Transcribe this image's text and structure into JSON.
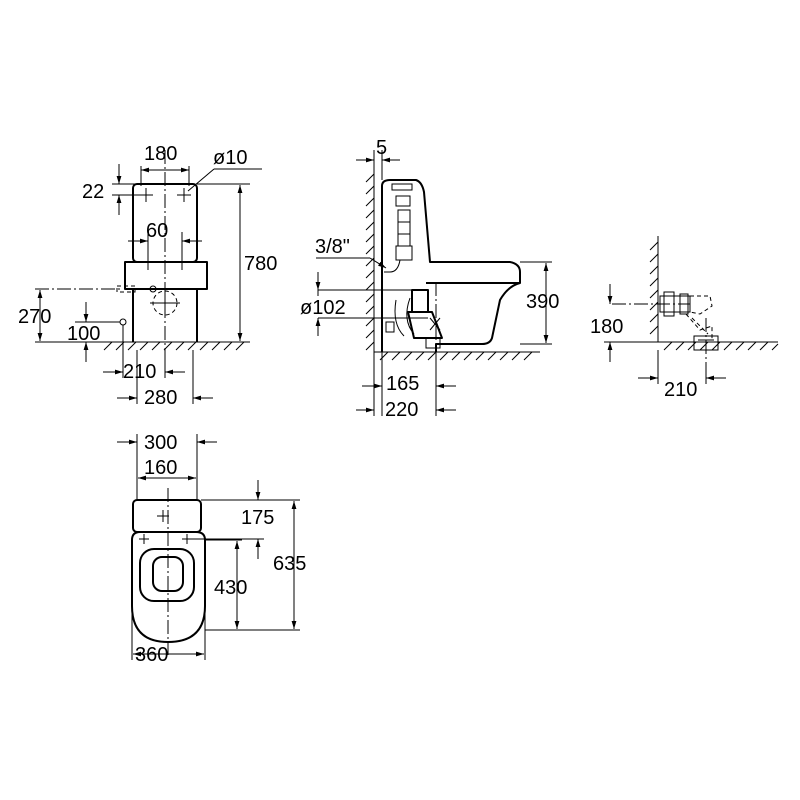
{
  "front_view": {
    "top_width": "180",
    "hole_diameter": "ø10",
    "hole_offset": "22",
    "center_width": "60",
    "total_height": "780",
    "inlet_height": "270",
    "outlet_height": "100",
    "outlet_offset": "210",
    "base_width": "280"
  },
  "side_view": {
    "wall_gap": "5",
    "inlet_thread": "3/8\"",
    "outlet_diameter": "ø102",
    "rim_height": "390",
    "outlet_distance": "165",
    "base_depth": "220"
  },
  "outlet_detail": {
    "outlet_height": "180",
    "outlet_distance": "210"
  },
  "plan_view": {
    "tank_width": "300",
    "tank_inner_width": "160",
    "tank_depth": "175",
    "total_length": "635",
    "bowl_length": "430",
    "bowl_width": "360"
  }
}
